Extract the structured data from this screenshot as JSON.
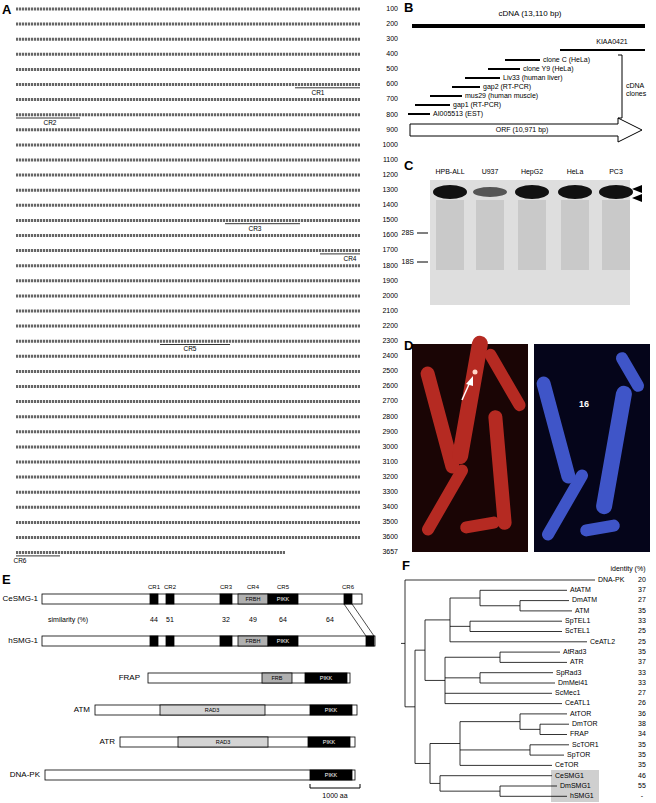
{
  "diagram": {
    "labels": [
      "A",
      "B",
      "C",
      "D",
      "E",
      "F",
      "100",
      "200",
      "300",
      "400",
      "500",
      "600",
      "700",
      "800",
      "900",
      "1000",
      "1100",
      "1200",
      "1300",
      "1400",
      "1500",
      "1600",
      "1700",
      "1800",
      "1900",
      "2000",
      "2100",
      "2200",
      "2300",
      "2400",
      "2500",
      "2600",
      "2700",
      "2800",
      "2900",
      "3000",
      "3100",
      "3200",
      "3300",
      "3400",
      "3500",
      "3600",
      "3657",
      "CR1",
      "CR2",
      "CR3",
      "CR4",
      "CR5",
      "CR6",
      "cDNA (13,110 bp)",
      "KIAA0421",
      "clone C (HeLa)",
      "clone Y9 (HeLa)",
      "Liv33 (human liver)",
      "gap2 (RT-PCR)",
      "mus29 (human muscle)",
      "gap1 (RT-PCR)",
      "AI005513 (EST)",
      "cDNA clones",
      "ORF (10,971 bp)",
      "HPB-ALL",
      "U937",
      "HepG2",
      "HeLa",
      "PC3",
      "28S",
      "18S",
      "16",
      "CR1",
      "CR2",
      "CR3",
      "CR4",
      "CR5",
      "CR6",
      "CeSMG-1",
      "hSMG-1",
      "similarity (%)",
      "44",
      "51",
      "32",
      "49",
      "64",
      "64",
      "FRBH",
      "PIKK",
      "FRBH",
      "PIKK",
      "FRAP",
      "FRB",
      "PIKK",
      "ATM",
      "RAD3",
      "PIKK",
      "ATR",
      "RAD3",
      "PIKK",
      "DNA-PK",
      "PIKK",
      "1000 aa",
      "identity (%)",
      "DNA-PK",
      "20",
      "AtATM",
      "37",
      "DmATM",
      "27",
      "ATM",
      "35",
      "SpTEL1",
      "33",
      "ScTEL1",
      "25",
      "CeATL2",
      "25",
      "AtRad3",
      "35",
      "ATR",
      "37",
      "SpRad3",
      "33",
      "DmMei41",
      "33",
      "ScMec1",
      "27",
      "CeATL1",
      "26",
      "AtTOR",
      "36",
      "DmTOR",
      "38",
      "FRAP",
      "34",
      "ScTOR1",
      "35",
      "SpTOR",
      "35",
      "CeTOR",
      "35",
      "CeSMG1",
      "46",
      "DmSMG1",
      "55",
      "hSMG1",
      "-"
    ]
  }
}
